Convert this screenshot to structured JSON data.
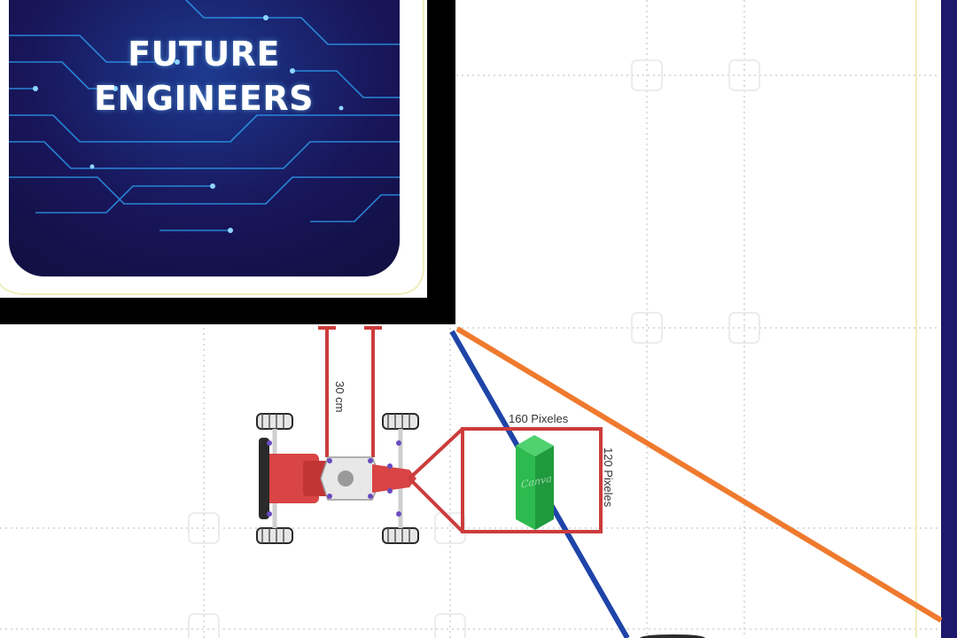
{
  "poster": {
    "title_line1": "FUTURE",
    "title_line2": "ENGINEERS"
  },
  "measurements": {
    "distance_label": "30 cm",
    "width_label": "160 Pixeles",
    "height_label": "120 Pixeles"
  },
  "object": {
    "watermark": "Canva",
    "color": "#2dba4e"
  },
  "colors": {
    "wall": "#000000",
    "poster_bg": "#16134f",
    "circuit": "#2ea8ff",
    "measure_red": "#cc3c3c",
    "line_blue": "#1f44a8",
    "line_orange": "#ef7a2e",
    "edge_navy": "#1d1a6b"
  }
}
